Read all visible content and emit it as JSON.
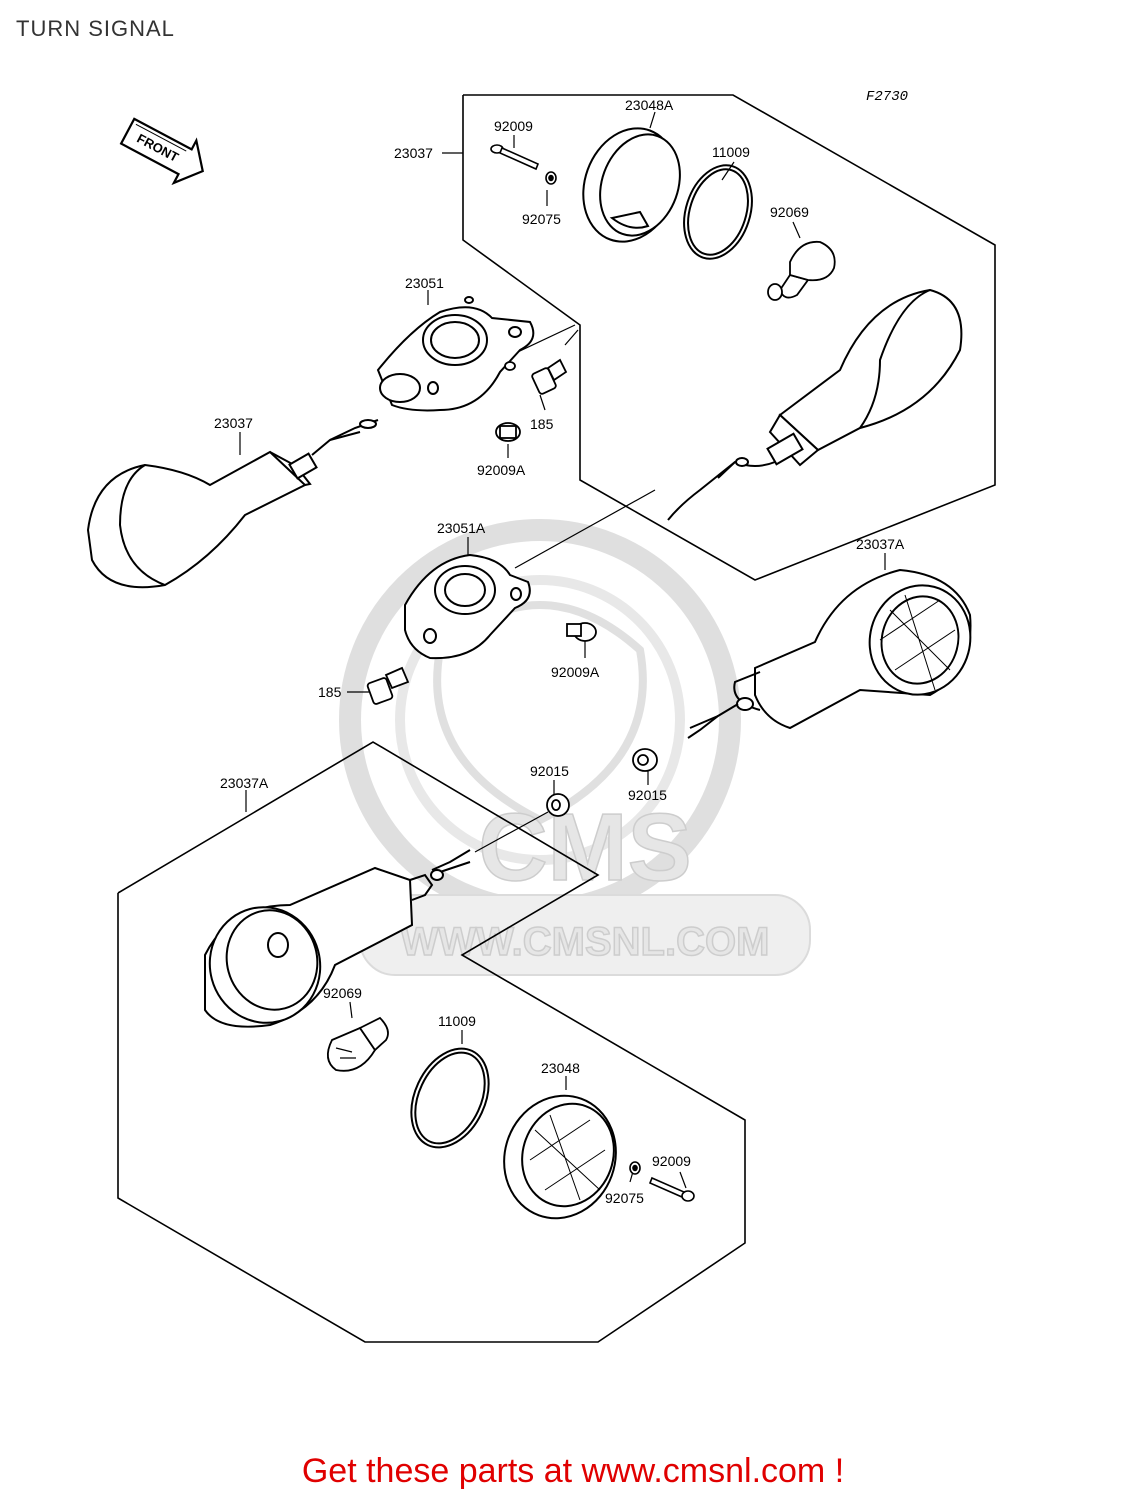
{
  "header": {
    "title": "TURN SIGNAL"
  },
  "diagram": {
    "code": "F2730",
    "front_label": "FRONT",
    "part_labels": {
      "p1": "23037",
      "p2": "92009",
      "p3": "23048A",
      "p4": "11009",
      "p5": "92075",
      "p6": "92069",
      "p7": "23051",
      "p8": "185",
      "p9": "92009A",
      "p10": "23037",
      "p11": "23051A",
      "p12": "23037A",
      "p13": "92009A",
      "p14": "185",
      "p15": "92015",
      "p16": "92015",
      "p17": "23037A",
      "p18": "92069",
      "p19": "11009",
      "p20": "23048",
      "p21": "92009",
      "p22": "92075"
    },
    "watermark": {
      "brand": "CMS",
      "url": "WWW.CMSNL.COM"
    }
  },
  "footer": {
    "promo": "Get these parts at www.cmsnl.com !"
  },
  "colors": {
    "promo": "#e00000",
    "line": "#000000",
    "watermark": "#d0d0d0"
  }
}
